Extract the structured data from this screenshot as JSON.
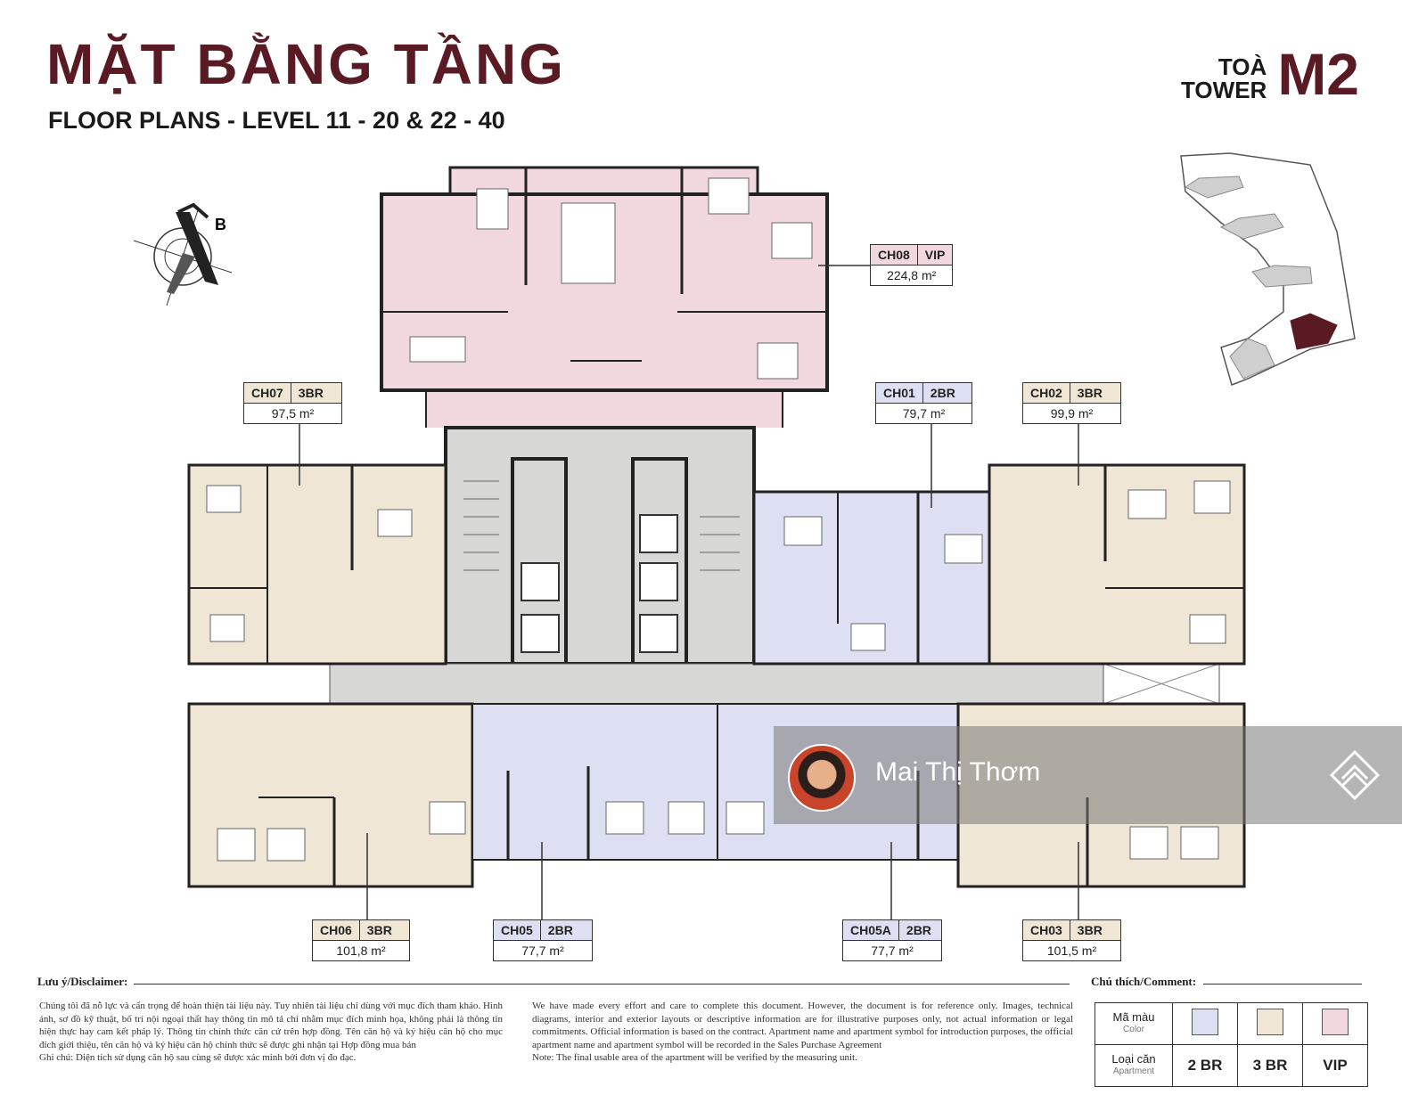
{
  "header": {
    "title": "MẶT BẰNG TẦNG",
    "subtitle": "FLOOR PLANS - LEVEL 11 - 20 & 22 - 40",
    "tower_line1": "TOÀ",
    "tower_line2": "TOWER",
    "tower_code": "M2"
  },
  "compass": {
    "north_label": "B"
  },
  "colors": {
    "two_br": "#dde0f2",
    "three_br": "#efe6d5",
    "vip": "#f1d8de",
    "core": "#d7d8d5",
    "brand": "#5a1a24"
  },
  "units": [
    {
      "code": "CH08",
      "type": "VIP",
      "area": "224,8 m²"
    },
    {
      "code": "CH07",
      "type": "3BR",
      "area": "97,5 m²"
    },
    {
      "code": "CH01",
      "type": "2BR",
      "area": "79,7 m²"
    },
    {
      "code": "CH02",
      "type": "3BR",
      "area": "99,9 m²"
    },
    {
      "code": "CH06",
      "type": "3BR",
      "area": "101,8 m²"
    },
    {
      "code": "CH05",
      "type": "2BR",
      "area": "77,7 m²"
    },
    {
      "code": "CH05A",
      "type": "2BR",
      "area": "77,7 m²"
    },
    {
      "code": "CH03",
      "type": "3BR",
      "area": "101,5 m²"
    }
  ],
  "disclaimer": {
    "heading": "Lưu ý/Disclaimer:",
    "vi": "Chúng tôi đã nỗ lực và cẩn trọng để hoàn thiện tài liệu này. Tuy nhiên tài liệu chỉ dùng với mục đích tham khảo. Hình ảnh, sơ đồ kỹ thuật, bố trí nội ngoại thất hay thông tin mô tả chỉ nhằm mục đích minh họa, không phải là thông tin hiện thực hay cam kết pháp lý. Thông tin chính thức căn cứ trên hợp đồng. Tên căn hộ và ký hiệu căn hộ cho mục đích giới thiệu, tên căn hộ và ký hiệu căn hộ chính thức sẽ được ghi nhận tại Hợp đồng mua bán",
    "vi_note": "Ghi chú: Diện tích sử dụng căn hộ sau cùng sẽ được xác minh bởi đơn vị đo đạc.",
    "en": "We have made every effort and care to complete this document. However, the document is for reference only. Images, technical diagrams, interior and exterior layouts or descriptive information are for illustrative purposes only, not actual information or legal commitments. Official information is based on the contract. Apartment name and apartment symbol for introduction purposes, the official apartment name and apartment symbol will be recorded in the Sales Purchase Agreement",
    "en_note": "Note: The final usable area of the apartment will be verified by the measuring unit."
  },
  "legend": {
    "heading": "Chú thích/Comment:",
    "color_label": "Mã màu",
    "color_sub": "Color",
    "type_label": "Loại căn",
    "type_sub": "Apartment",
    "types": [
      "2 BR",
      "3 BR",
      "VIP"
    ]
  },
  "watermark": {
    "name": "Mai Thị Thơm"
  }
}
